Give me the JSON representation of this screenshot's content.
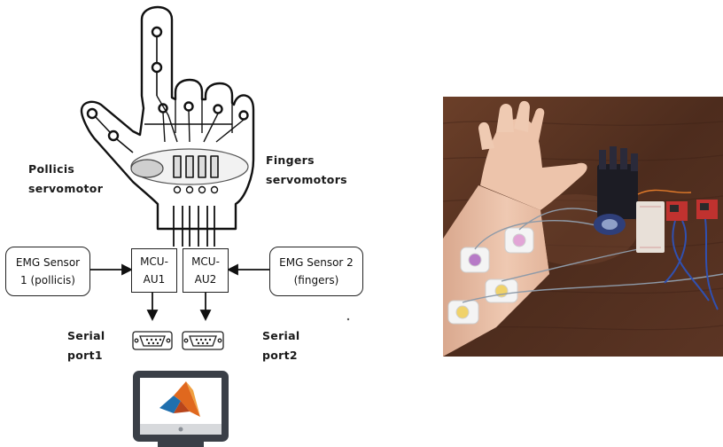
{
  "labels": {
    "pollicis_servomotor": "Pollicis\nservomotor",
    "fingers_servomotors": "Fingers\nservomotors",
    "serial_port1": "Serial\nport1",
    "serial_port2": "Serial\nport2"
  },
  "boxes": {
    "emg_sensor_1": "EMG Sensor\n1 (pollicis)",
    "mcu_au1": "MCU-\nAU1",
    "mcu_au2": "MCU-\nAU2",
    "emg_sensor_2": "EMG Sensor 2\n(fingers)"
  },
  "icons": {
    "hand": "robotic-hand-icon",
    "serial_port": "db9-serial-port-icon",
    "monitor": "computer-monitor-icon",
    "matlab": "matlab-logo-icon"
  },
  "colors": {
    "line": "#111111",
    "wood": "#5a3422",
    "skin": "#e8bfa6",
    "board_red": "#c0322f"
  }
}
